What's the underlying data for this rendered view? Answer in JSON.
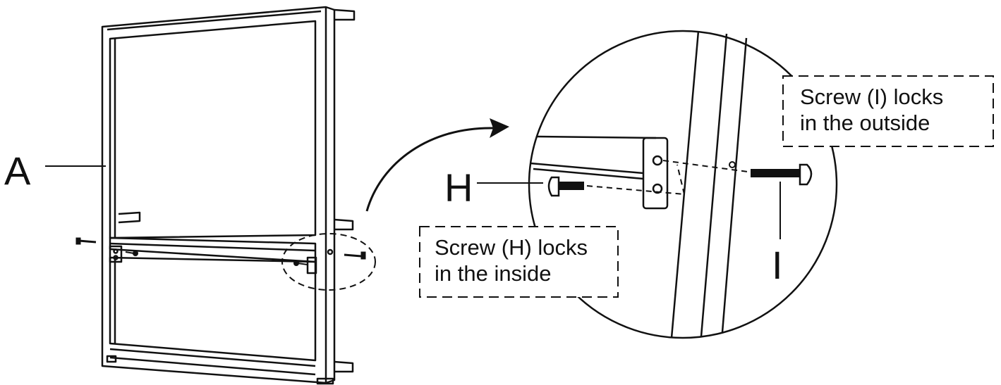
{
  "labels": {
    "part_a": "A",
    "part_h": "H",
    "part_i": "I"
  },
  "notes": {
    "screw_h": {
      "line1": "Screw (H) locks",
      "line2": "in the inside"
    },
    "screw_i": {
      "line1": "Screw (I) locks",
      "line2": "in the outside"
    }
  },
  "colors": {
    "ink": "#111111",
    "paper": "#ffffff"
  }
}
